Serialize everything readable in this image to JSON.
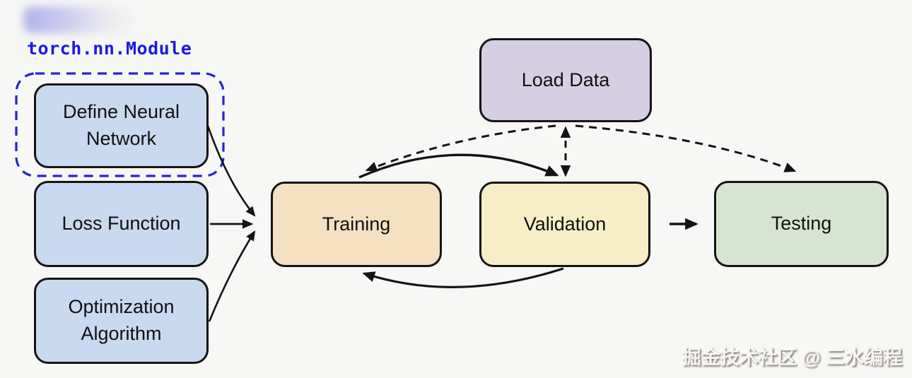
{
  "page": {
    "background": "#f7f7f6"
  },
  "annotation": {
    "label": "torch.nn.Module",
    "color": "#1a1ae6"
  },
  "highlight": {
    "shape": "dashed-rounded-rect",
    "color": "#2222dd",
    "around": "Define Neural Network"
  },
  "nodes": {
    "define_neural_network": {
      "label": "Define Neural Network",
      "fill": "#c9d9f0"
    },
    "loss_function": {
      "label": "Loss Function",
      "fill": "#c9d9f0"
    },
    "optimization_algorithm": {
      "label": "Optimization Algorithm",
      "fill": "#c9d9f0"
    },
    "load_data": {
      "label": "Load Data",
      "fill": "#d6cfe4"
    },
    "training": {
      "label": "Training",
      "fill": "#f5e0c2"
    },
    "validation": {
      "label": "Validation",
      "fill": "#f7eec6"
    },
    "testing": {
      "label": "Testing",
      "fill": "#d7e4d1"
    }
  },
  "edges": [
    {
      "from": "Define Neural Network",
      "to": "Training",
      "style": "solid"
    },
    {
      "from": "Loss Function",
      "to": "Training",
      "style": "solid"
    },
    {
      "from": "Optimization Algorithm",
      "to": "Training",
      "style": "solid"
    },
    {
      "from": "Load Data",
      "to": "Training",
      "style": "dashed"
    },
    {
      "from": "Load Data",
      "to": "Validation",
      "style": "dashed",
      "bidirectional": true
    },
    {
      "from": "Load Data",
      "to": "Testing",
      "style": "dashed"
    },
    {
      "from": "Training",
      "to": "Validation",
      "style": "solid",
      "curve": "top"
    },
    {
      "from": "Validation",
      "to": "Training",
      "style": "solid",
      "curve": "bottom"
    },
    {
      "from": "Validation",
      "to": "Testing",
      "style": "solid"
    }
  ],
  "watermark": {
    "text": "掘金技术社区 @ 三水编程"
  }
}
